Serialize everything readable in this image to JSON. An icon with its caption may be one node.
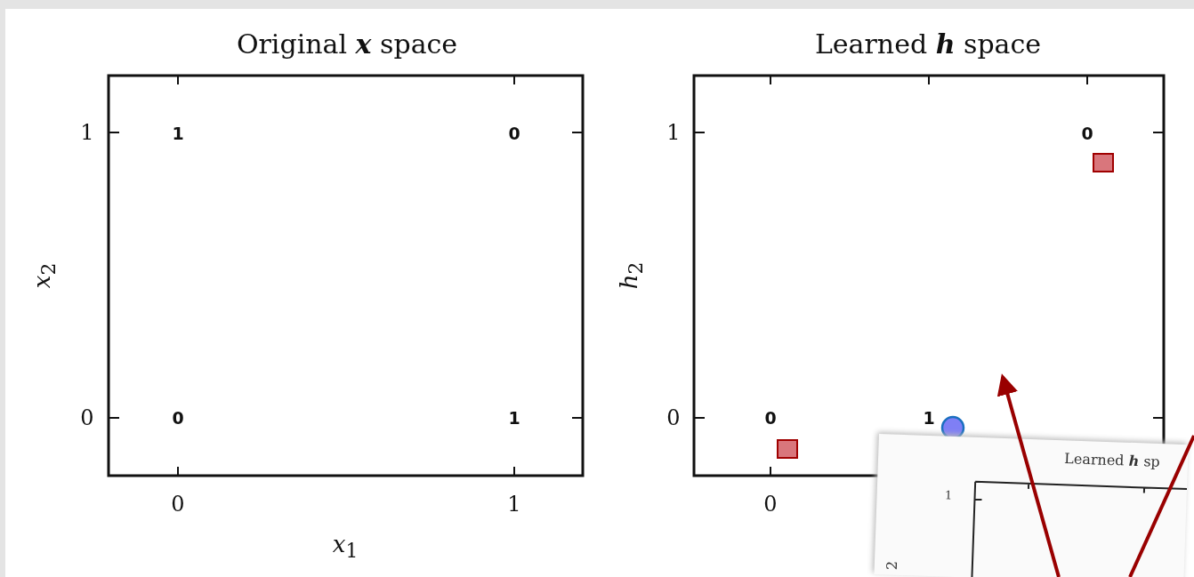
{
  "diagram": {
    "labels": [
      "Original **x** space",
      "Learned **h** space",
      "1",
      "1",
      "0",
      "1",
      "0",
      "*x*$_{2}$",
      "*h*$_{2}$",
      "0",
      "0",
      "1",
      "0",
      "0",
      "1",
      "0",
      "1",
      "0",
      "Learned **h** sp",
      "1",
      "2",
      "*x*$_{1}$"
    ]
  }
}
